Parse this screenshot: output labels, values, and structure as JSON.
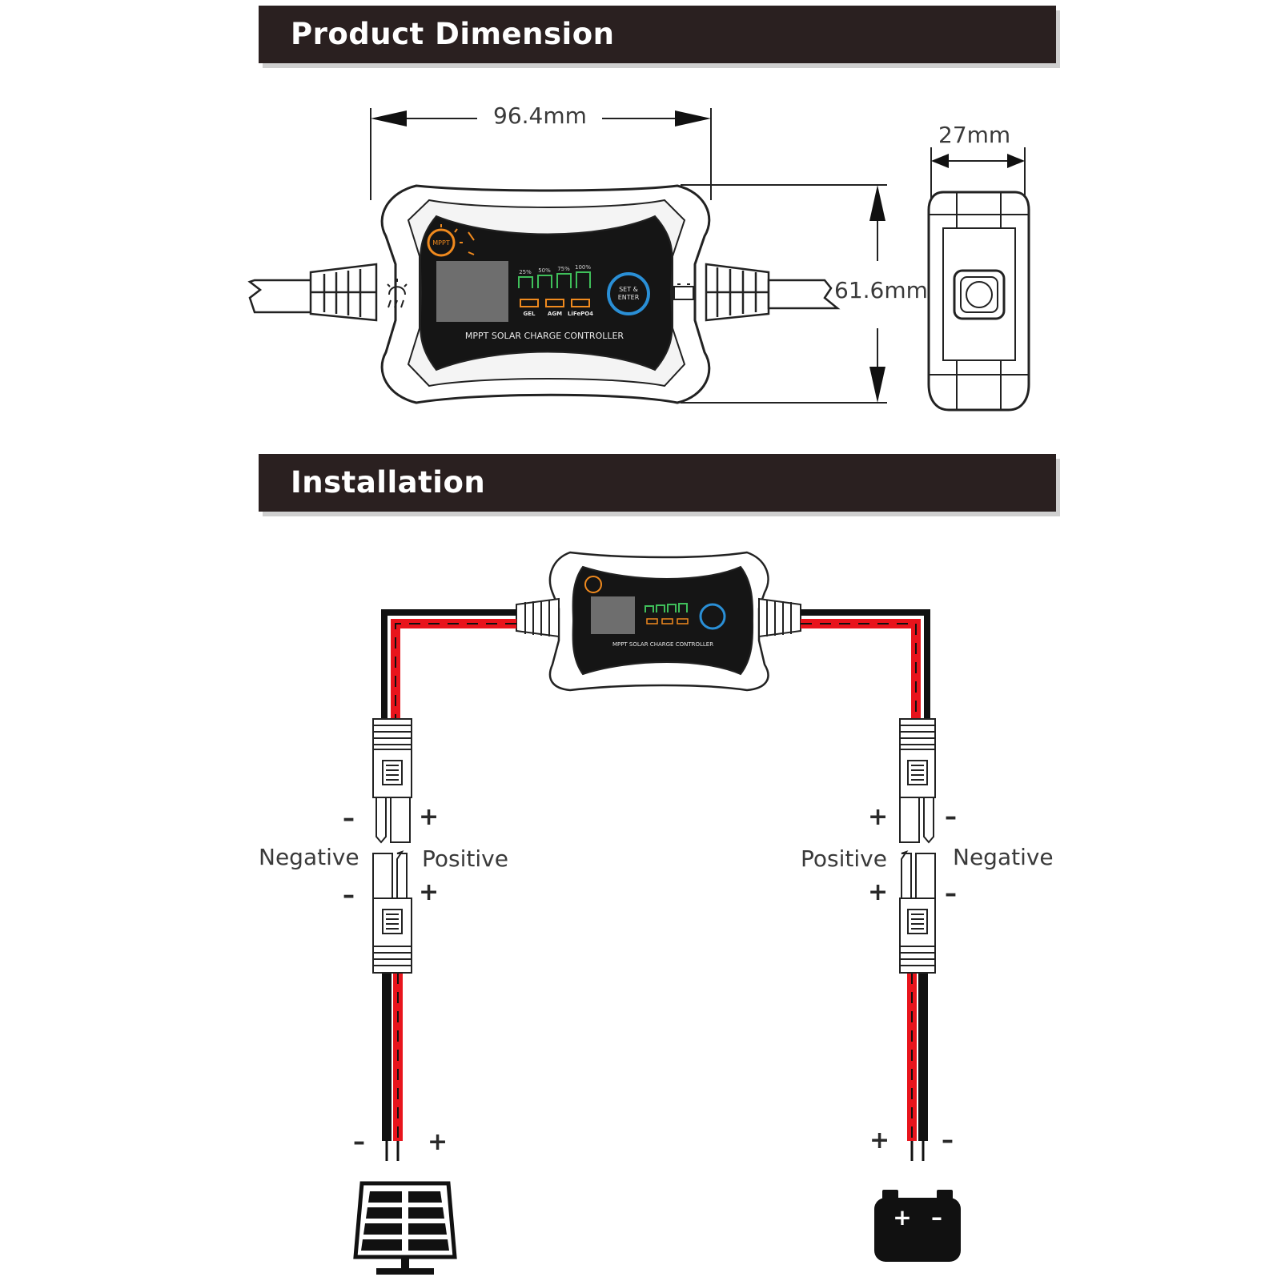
{
  "sections": {
    "dimension_title": "Product Dimension",
    "installation_title": "Installation"
  },
  "dimensions": {
    "width": "96.4mm",
    "height": "61.6mm",
    "depth": "27mm"
  },
  "device": {
    "name": "MPPT SOLAR CHARGE CONTROLLER",
    "logo": "MPPT",
    "button": [
      "SET &",
      "ENTER"
    ],
    "levels": [
      "25%",
      "50%",
      "75%",
      "100%"
    ],
    "battery_types": [
      "GEL",
      "AGM",
      "LiFePO4"
    ]
  },
  "installation": {
    "left": {
      "negative_label": "Negative",
      "positive_label": "Positive"
    },
    "right": {
      "positive_label": "Positive",
      "negative_label": "Negative"
    },
    "signs": {
      "plus": "+",
      "minus": "–"
    },
    "battery_signs": {
      "plus": "+",
      "minus": "–"
    }
  },
  "colors": {
    "banner": "#2a2020",
    "wire_red": "#e8141c",
    "wire_black": "#111111",
    "display_green": "#3fbf5a",
    "display_orange": "#f08a1e",
    "button_ring": "#2a8fd6"
  },
  "icons": [
    "solar-panel-icon",
    "battery-icon",
    "sun-icon",
    "mppt-logo-icon"
  ]
}
